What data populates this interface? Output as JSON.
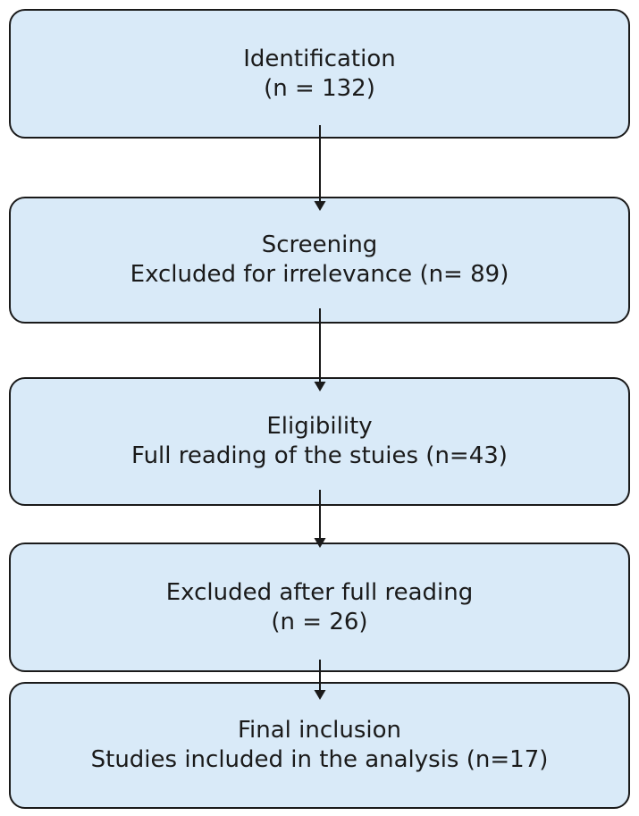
{
  "diagram": {
    "type": "flowchart",
    "colors": {
      "box_fill": "#d9eaf8",
      "box_border": "#1a1a1a",
      "arrow": "#1a1a1a",
      "text": "#1a1a1a",
      "background": "#ffffff"
    },
    "nodes": [
      {
        "lines": [
          "Identification",
          "(n = 132)"
        ]
      },
      {
        "lines": [
          "Screening",
          "Excluded for irrelevance (n= 89)"
        ]
      },
      {
        "lines": [
          "Eligibility",
          "Full reading of the stuies (n=43)"
        ]
      },
      {
        "lines": [
          "Excluded after full reading",
          "(n = 26)"
        ]
      },
      {
        "lines": [
          "Final inclusion",
          "Studies included in the analysis (n=17)"
        ]
      }
    ],
    "flow": [
      "Identification -> Screening",
      "Screening -> Eligibility",
      "Eligibility -> Excluded after full reading",
      "Excluded after full reading -> Final inclusion"
    ]
  }
}
